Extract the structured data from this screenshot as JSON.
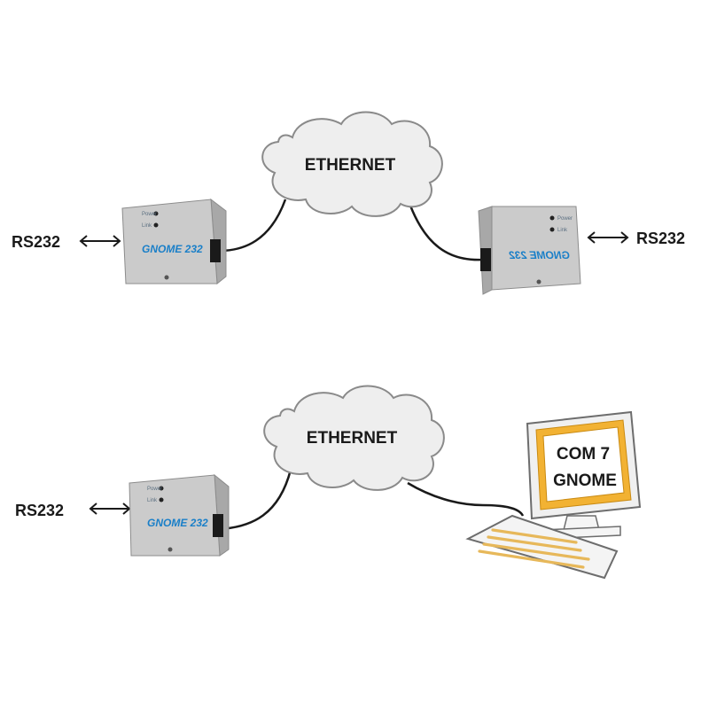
{
  "diagram": {
    "top_row": {
      "left_label": "RS232",
      "cloud_label": "ETHERNET",
      "right_label": "RS232",
      "left_device_brand": "GNOME 232",
      "right_device_brand": "GNOME 232"
    },
    "bottom_row": {
      "left_label": "RS232",
      "cloud_label": "ETHERNET",
      "device_brand": "GNOME 232",
      "monitor_line1": "COM 7",
      "monitor_line2": "GNOME"
    }
  },
  "colors": {
    "cloud_fill": "#eeeeee",
    "cloud_stroke": "#8a8a8a",
    "device_body": "#c9c9c9",
    "brand_blue": "#1a7fc8",
    "monitor_screen": "#ffffff",
    "monitor_bezel": "#f2b233",
    "keyboard_keys": "#f6d68a",
    "cable": "#1a1a1a"
  }
}
